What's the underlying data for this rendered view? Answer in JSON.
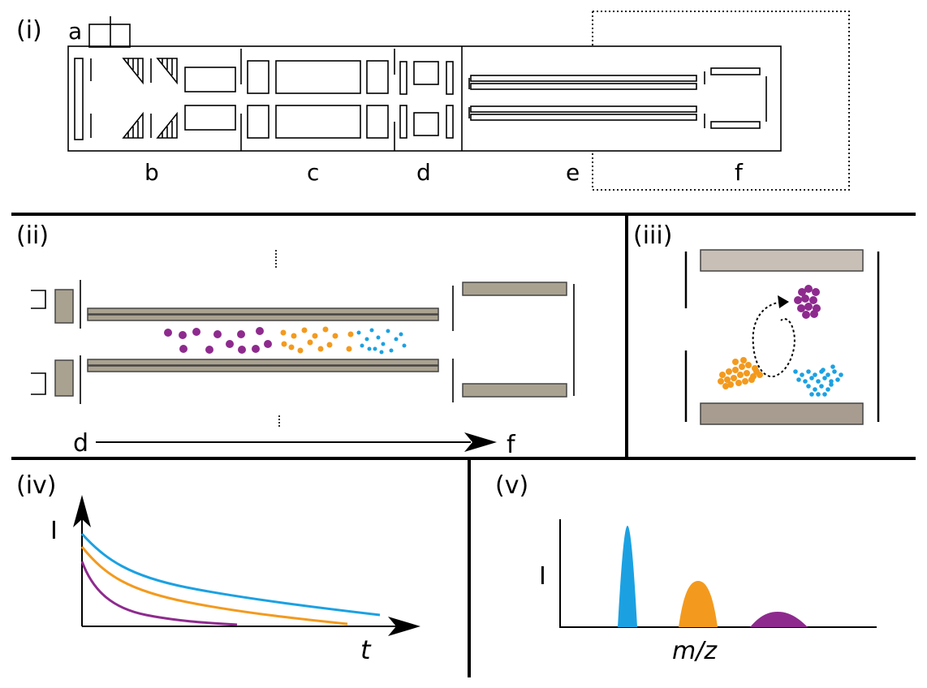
{
  "panels": {
    "i": {
      "label": "(i)",
      "sections": {
        "a": "a",
        "b": "b",
        "c": "c",
        "d": "d",
        "e": "e",
        "f": "f"
      }
    },
    "ii": {
      "label": "(ii)",
      "start": "d",
      "end": "f"
    },
    "iii": {
      "label": "(iii)"
    },
    "iv": {
      "label": "(iv)",
      "ylabel": "I",
      "xlabel": "t"
    },
    "v": {
      "label": "(v)",
      "ylabel": "I",
      "xlabel": "m/z"
    }
  },
  "colors": {
    "blue": "#1ba1e2",
    "orange": "#f39a1e",
    "purple": "#8e2a8e",
    "electrode": "#aaa290",
    "electrode_stroke": "#444444"
  },
  "chart_data": [
    {
      "type": "line",
      "title": "",
      "xlabel": "t",
      "ylabel": "I",
      "series": [
        {
          "color": "#1ba1e2",
          "decay": "slow"
        },
        {
          "color": "#f39a1e",
          "decay": "medium"
        },
        {
          "color": "#8e2a8e",
          "decay": "fast"
        }
      ]
    },
    {
      "type": "area",
      "title": "",
      "xlabel": "m/z",
      "ylabel": "I",
      "series": [
        {
          "color": "#1ba1e2",
          "shape": "narrow-tall"
        },
        {
          "color": "#f39a1e",
          "shape": "medium"
        },
        {
          "color": "#8e2a8e",
          "shape": "broad-low"
        }
      ]
    }
  ]
}
